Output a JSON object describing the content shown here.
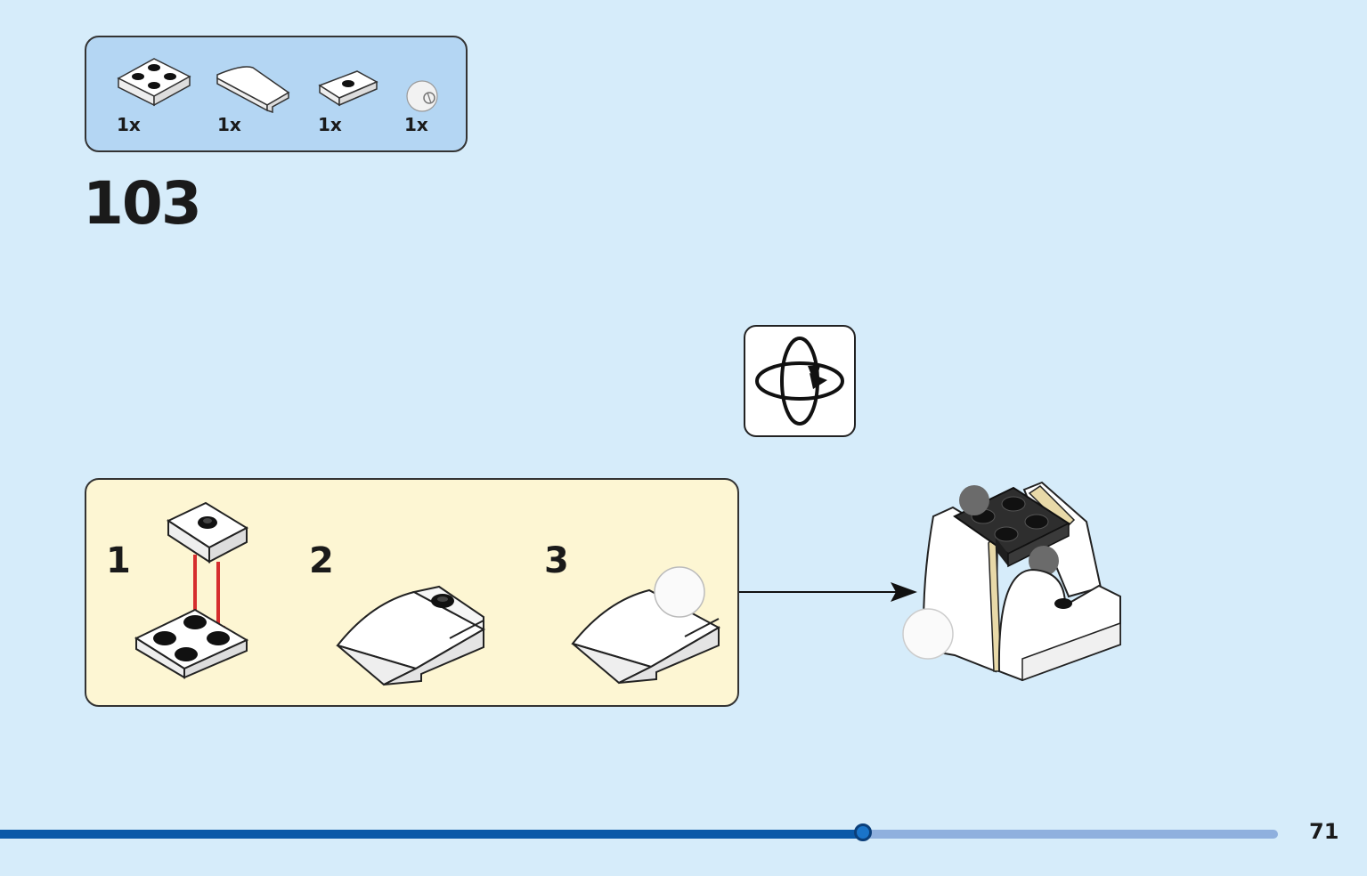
{
  "parts": [
    {
      "name": "plate-2x2",
      "qty": "1x"
    },
    {
      "name": "curved-slope-2x2",
      "qty": "1x"
    },
    {
      "name": "jumper-plate-1x2",
      "qty": "1x"
    },
    {
      "name": "ball-white",
      "qty": "1x"
    }
  ],
  "step_number": "103",
  "rotate_icon": "rotate-model-icon",
  "substeps": [
    {
      "label": "1"
    },
    {
      "label": "2"
    },
    {
      "label": "3"
    }
  ],
  "page_number": "71",
  "progress": {
    "fraction": 0.675
  },
  "colors": {
    "background": "#d6ecfa",
    "parts_box": "#b4d6f3",
    "substep_box": "#fdf6d3",
    "arrow_red": "#d62e2e",
    "progress_fill": "#0a59a8"
  }
}
